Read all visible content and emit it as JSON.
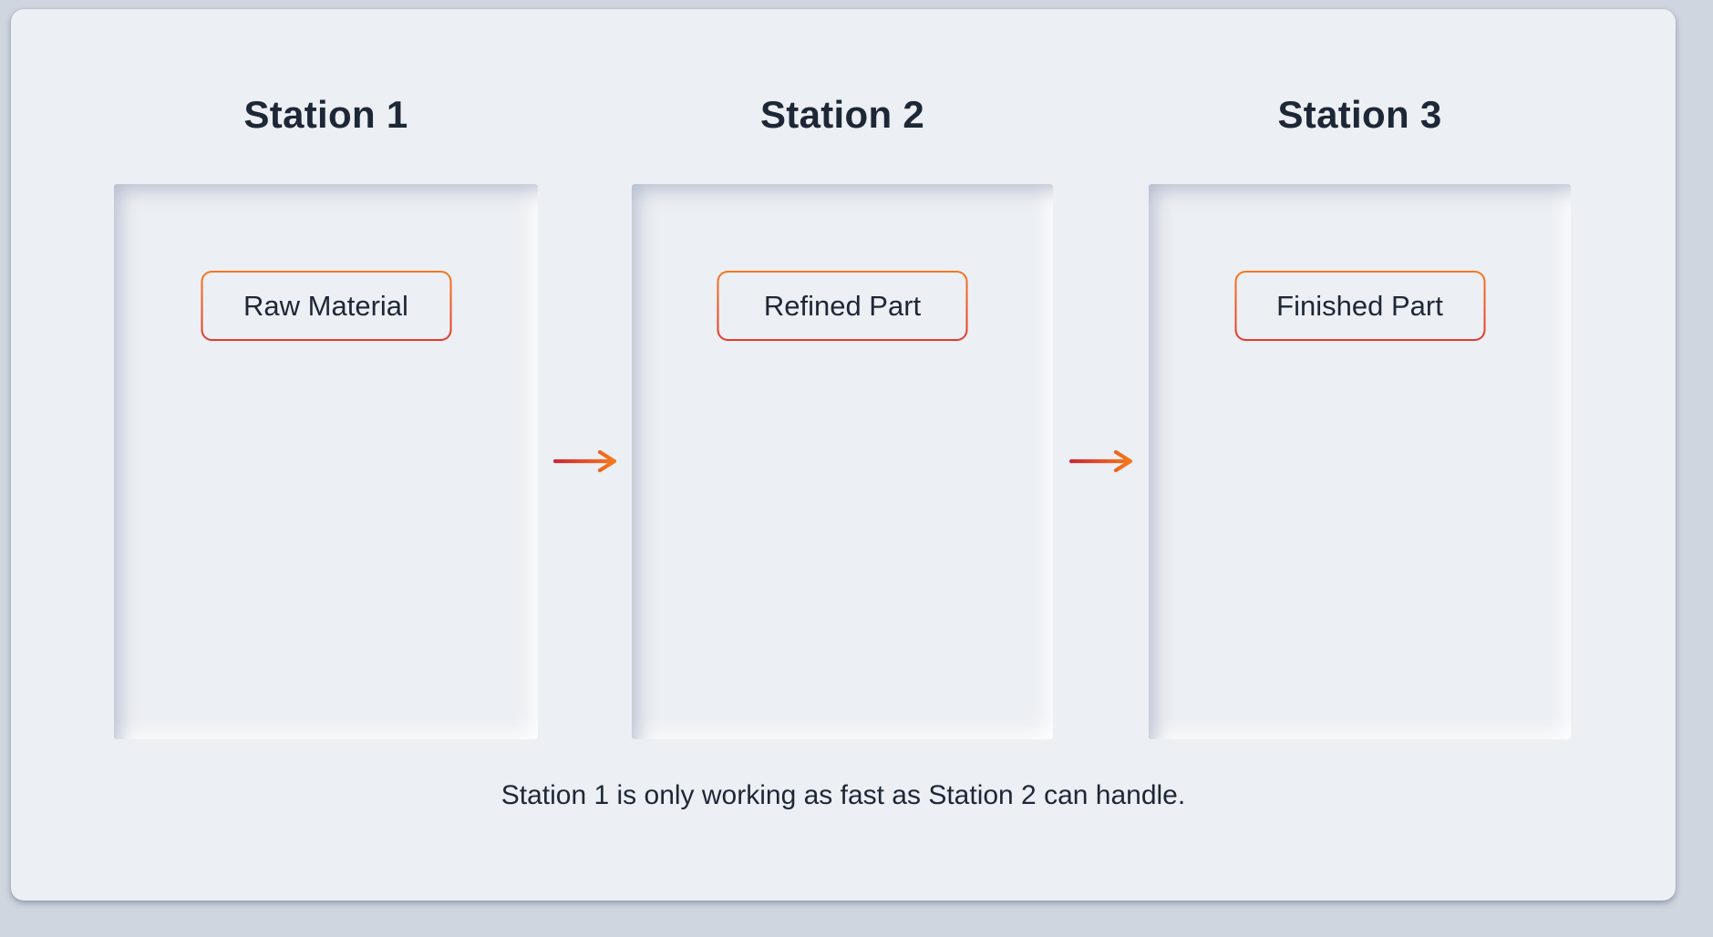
{
  "colors": {
    "page_bg": "#cfd6e0",
    "card_bg": "#eceff3",
    "text": "#1d2736",
    "chip_border_top": "#f5791f",
    "chip_border_bottom": "#e2392f",
    "arrow_start": "#cb2839",
    "arrow_end": "#f57a1b"
  },
  "stations": [
    {
      "title": "Station 1",
      "item": "Raw Material"
    },
    {
      "title": "Station 2",
      "item": "Refined Part"
    },
    {
      "title": "Station 3",
      "item": "Finished Part"
    }
  ],
  "arrows": [
    {
      "icon": "right-arrow"
    },
    {
      "icon": "right-arrow"
    }
  ],
  "caption": "Station 1 is only working as fast as Station 2 can handle."
}
